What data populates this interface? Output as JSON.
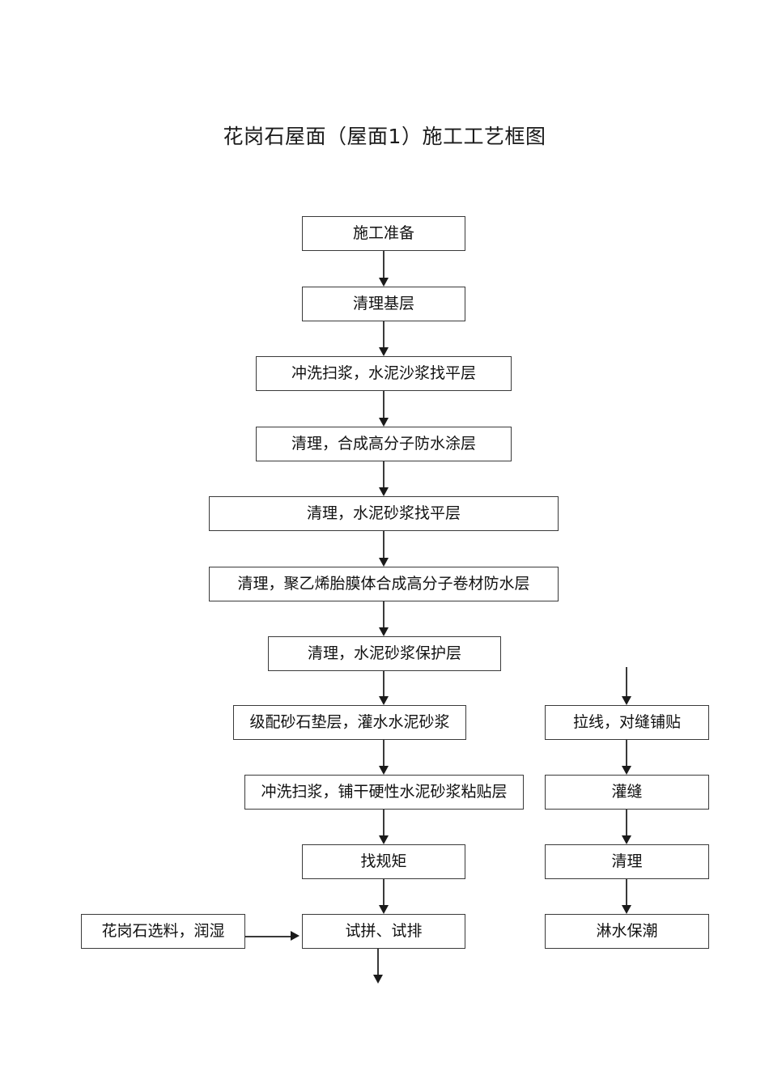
{
  "document": {
    "title": "花岗石屋面（屋面1）施工工艺框图"
  },
  "flowchart": {
    "type": "process-flow",
    "main_column": [
      {
        "id": "n1",
        "label": "施工准备"
      },
      {
        "id": "n2",
        "label": "清理基层"
      },
      {
        "id": "n3",
        "label": "冲洗扫浆，水泥沙浆找平层"
      },
      {
        "id": "n4",
        "label": "清理，合成高分子防水涂层"
      },
      {
        "id": "n5",
        "label": "清理，水泥砂浆找平层"
      },
      {
        "id": "n6",
        "label": "清理，聚乙烯胎膜体合成高分子卷材防水层"
      },
      {
        "id": "n7",
        "label": "清理，水泥砂浆保护层"
      },
      {
        "id": "n8",
        "label": "级配砂石垫层，灌水水泥砂浆"
      },
      {
        "id": "n9",
        "label": "冲洗扫浆，铺干硬性水泥砂浆粘贴层"
      },
      {
        "id": "n10",
        "label": "找规矩"
      },
      {
        "id": "n11",
        "label": "试拼、试排"
      }
    ],
    "side_input": {
      "id": "n12",
      "label": "花岗石选料，润湿"
    },
    "right_column": [
      {
        "id": "r1",
        "label": "拉线，对缝铺贴"
      },
      {
        "id": "r2",
        "label": "灌缝"
      },
      {
        "id": "r3",
        "label": "清理"
      },
      {
        "id": "r4",
        "label": "淋水保潮"
      }
    ]
  }
}
